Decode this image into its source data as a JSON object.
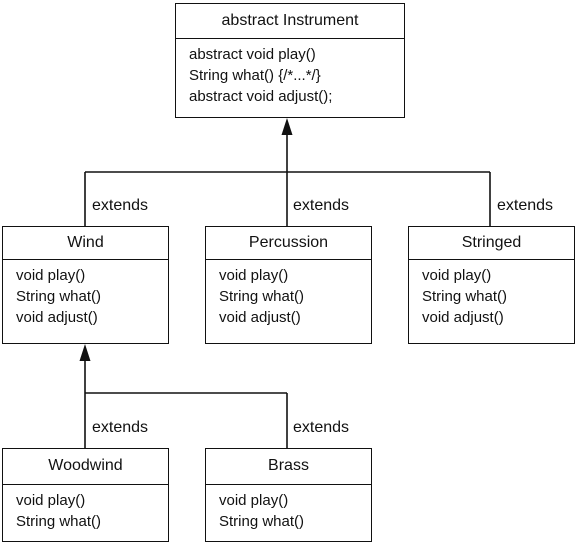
{
  "classes": {
    "instrument": {
      "name": "abstract Instrument",
      "methods": [
        "abstract void play()",
        "String what() {/*...*/}",
        "abstract void adjust();"
      ]
    },
    "wind": {
      "name": "Wind",
      "methods": [
        "void play()",
        "String what()",
        "void adjust()"
      ]
    },
    "percussion": {
      "name": "Percussion",
      "methods": [
        "void play()",
        "String what()",
        "void adjust()"
      ]
    },
    "stringed": {
      "name": "Stringed",
      "methods": [
        "void play()",
        "String what()",
        "void adjust()"
      ]
    },
    "woodwind": {
      "name": "Woodwind",
      "methods": [
        "void play()",
        "String what()"
      ]
    },
    "brass": {
      "name": "Brass",
      "methods": [
        "void play()",
        "String what()"
      ]
    }
  },
  "relations": {
    "wind_extends": "extends",
    "percussion_extends": "extends",
    "stringed_extends": "extends",
    "woodwind_extends": "extends",
    "brass_extends": "extends"
  }
}
